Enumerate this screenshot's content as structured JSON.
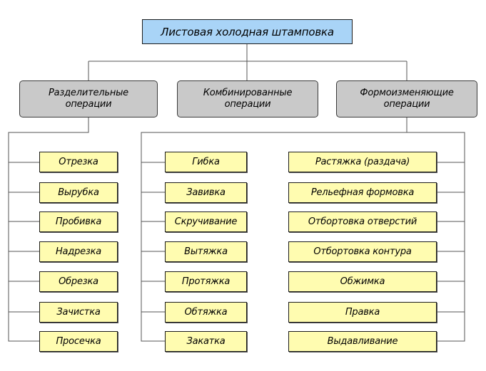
{
  "root": {
    "label": "Листовая холодная штамповка"
  },
  "categories": [
    {
      "line1": "Разделительные",
      "line2": "операции"
    },
    {
      "line1": "Комбинированные",
      "line2": "операции"
    },
    {
      "line1": "Формоизменяющие",
      "line2": "операции"
    }
  ],
  "separating_ops": [
    "Отрезка",
    "Вырубка",
    "Пробивка",
    "Надрезка",
    "Обрезка",
    "Зачистка",
    "Просечка"
  ],
  "forming_ops_left": [
    "Гибка",
    "Завивка",
    "Скручивание",
    "Вытяжка",
    "Протяжка",
    "Обтяжка",
    "Закатка"
  ],
  "forming_ops_right": [
    "Растяжка (раздача)",
    "Рельефная формовка",
    "Отбортовка отверстий",
    "Отбортовка контура",
    "Обжимка",
    "Правка",
    "Выдавливание"
  ],
  "colors": {
    "root_fill": "#a9d4f7",
    "category_fill": "#c9c9c9",
    "leaf_fill": "#fffcb0",
    "line": "#555555"
  }
}
